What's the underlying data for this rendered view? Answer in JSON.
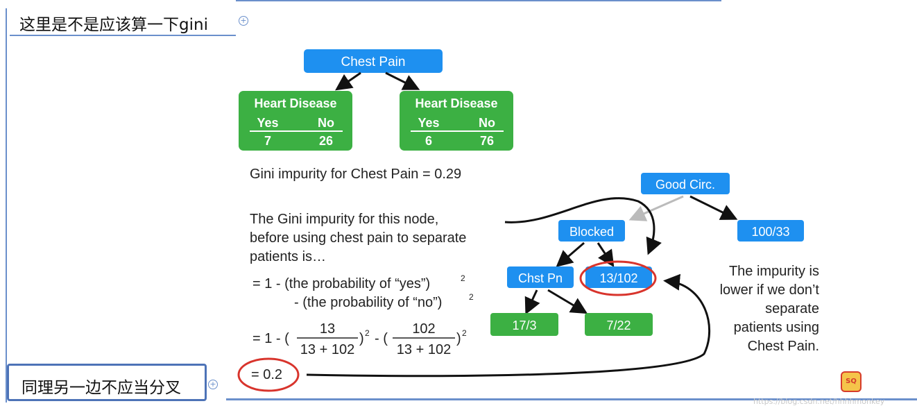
{
  "annotations": {
    "top_note": "这里是不是应该算一下gini",
    "bottom_note": "同理另一边不应当分叉",
    "expand_icon": "circled-plus-icon",
    "watermark": "https://blog.csdn.net/hhhhmonkey",
    "logo_text": "SQ"
  },
  "tree_left": {
    "root": "Chest Pain",
    "leaves": [
      {
        "title": "Heart Disease",
        "yes_label": "Yes",
        "no_label": "No",
        "yes": "7",
        "no": "26"
      },
      {
        "title": "Heart Disease",
        "yes_label": "Yes",
        "no_label": "No",
        "yes": "6",
        "no": "76"
      }
    ]
  },
  "gini_chest_pain": "Gini impurity for Chest Pain = 0.29",
  "explanation_lines": [
    "The Gini impurity for this node,",
    "before using chest pain to separate",
    "patients is…"
  ],
  "formula": {
    "line1": "= 1 - (the probability of “yes”)",
    "line2": "- (the probability of “no”)",
    "exp": "2",
    "eq_prefix": "= 1 - (",
    "frac1_num": "13",
    "frac1_den": "13 + 102",
    "close": ")",
    "minus": "- (",
    "frac2_num": "102",
    "frac2_den": "13 + 102",
    "result": "= 0.2"
  },
  "tree_right": {
    "root": "Good Circ.",
    "blocked": "Blocked",
    "right_leaf": "100/33",
    "chest_pain": "Chst Pn",
    "blocked_leaf": "13/102",
    "leaf_a": "17/3",
    "leaf_b": "7/22"
  },
  "right_text": [
    "The impurity is",
    "lower if we don’t",
    "separate",
    "patients using",
    "Chest Pain."
  ],
  "colors": {
    "blue_node": "#1e90f0",
    "green_node": "#3cb043",
    "highlight": "#d8342c",
    "frame": "#6a8fcb"
  }
}
